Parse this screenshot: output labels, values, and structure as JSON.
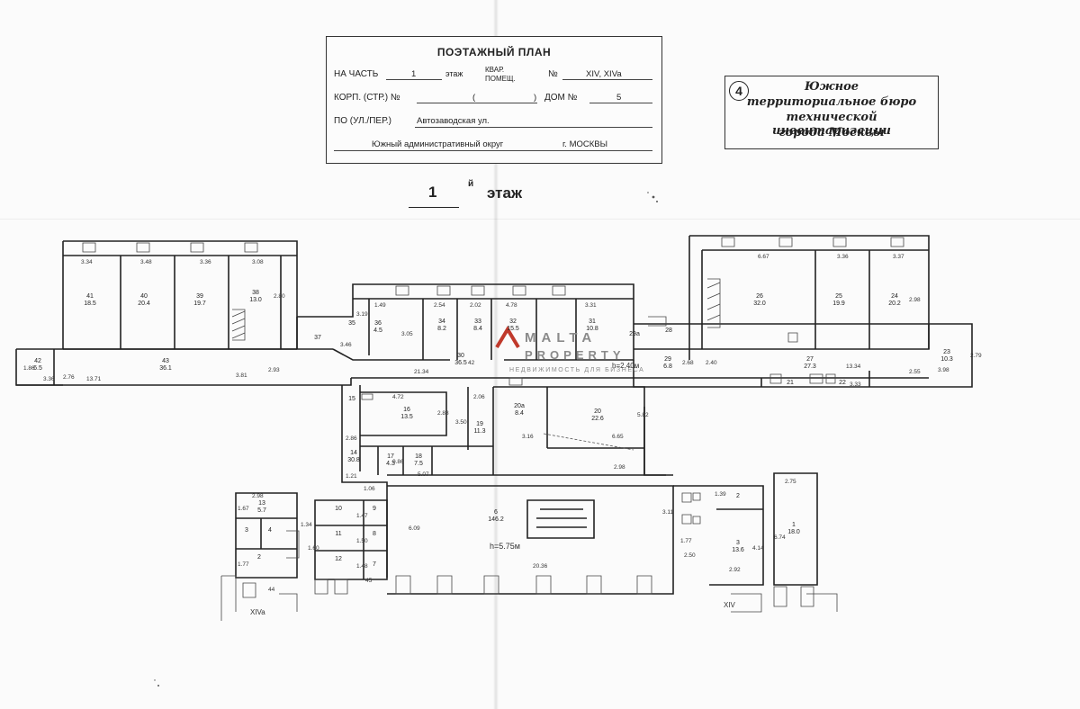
{
  "stamp": {
    "title": "ПОЭТАЖНЫЙ ПЛАН",
    "on_part_label": "НА ЧАСТЬ",
    "floor_value": "1",
    "floor_word": "этаж",
    "kvar_label": "КВАР.",
    "pomeshch_label": "ПОМЕЩ.",
    "no_label": "№",
    "premises_value": "XIV, XIVa",
    "korp_label": "КОРП. (СТР.) №",
    "korp_paren_open": "(",
    "korp_paren_close": ")",
    "dom_label": "ДОМ №",
    "dom_value": "5",
    "street_label": "ПО (УЛ./ПЕР.)",
    "street_value": "Автозаводская ул.",
    "district_value": "Южный административный округ",
    "city_value": "г. МОСКВЫ"
  },
  "bureau": {
    "number": "4",
    "line1": "Южное",
    "line2": "территориальное бюро",
    "line3": "технической инвентаризации",
    "line4": "города Москвы"
  },
  "floor_title": {
    "number": "1",
    "suffix": "й",
    "word": "этаж"
  },
  "rooms": [
    {
      "id": "r41",
      "num": "41",
      "area": "18.5"
    },
    {
      "id": "r40",
      "num": "40",
      "area": "20.4"
    },
    {
      "id": "r39",
      "num": "39",
      "area": "19.7"
    },
    {
      "id": "r38",
      "num": "38",
      "area": "13.0"
    },
    {
      "id": "r36",
      "num": "36",
      "area": "4.5"
    },
    {
      "id": "r34",
      "num": "34",
      "area": "8.2"
    },
    {
      "id": "r33",
      "num": "33",
      "area": "8.4"
    },
    {
      "id": "r32",
      "num": "32",
      "area": "15.5"
    },
    {
      "id": "r31",
      "num": "31",
      "area": "10.8"
    },
    {
      "id": "r30",
      "num": "30",
      "area": "36.5"
    },
    {
      "id": "r43",
      "num": "43",
      "area": "36.1"
    },
    {
      "id": "r42",
      "num": "42",
      "area": "6.5"
    },
    {
      "id": "r26",
      "num": "26",
      "area": "32.0"
    },
    {
      "id": "r25",
      "num": "25",
      "area": "19.9"
    },
    {
      "id": "r24",
      "num": "24",
      "area": "20.2"
    },
    {
      "id": "r23",
      "num": "23",
      "area": "10.3"
    },
    {
      "id": "r27",
      "num": "27",
      "area": "27.3"
    },
    {
      "id": "r29",
      "num": "29",
      "area": "6.8"
    },
    {
      "id": "r21",
      "num": "21",
      "area": ""
    },
    {
      "id": "r22",
      "num": "22",
      "area": ""
    },
    {
      "id": "r16",
      "num": "16",
      "area": "13.5"
    },
    {
      "id": "r20a",
      "num": "20а",
      "area": "8.4"
    },
    {
      "id": "r20",
      "num": "20",
      "area": "22.6"
    },
    {
      "id": "r19",
      "num": "19",
      "area": "11.3"
    },
    {
      "id": "r14",
      "num": "14",
      "area": "30.8"
    },
    {
      "id": "r17",
      "num": "17",
      "area": "4.3"
    },
    {
      "id": "r18",
      "num": "18",
      "area": "7.5"
    },
    {
      "id": "r6",
      "num": "6",
      "area": "146.2"
    },
    {
      "id": "r13",
      "num": "13",
      "area": "5.7"
    },
    {
      "id": "r1",
      "num": "1",
      "area": "18.0"
    },
    {
      "id": "r3",
      "num": "3",
      "area": "13.6"
    },
    {
      "id": "r2",
      "num": "2",
      "area": ""
    },
    {
      "id": "r10",
      "num": "10",
      "area": ""
    },
    {
      "id": "r11",
      "num": "11",
      "area": ""
    },
    {
      "id": "r12",
      "num": "12",
      "area": ""
    },
    {
      "id": "r9",
      "num": "9",
      "area": ""
    },
    {
      "id": "r8",
      "num": "8",
      "area": ""
    },
    {
      "id": "r7",
      "num": "7",
      "area": ""
    },
    {
      "id": "r15",
      "num": "15",
      "area": ""
    },
    {
      "id": "r35",
      "num": "35",
      "area": ""
    },
    {
      "id": "r37",
      "num": "37",
      "area": ""
    },
    {
      "id": "r28",
      "num": "28",
      "area": ""
    },
    {
      "id": "r29a",
      "num": "29а",
      "area": ""
    },
    {
      "id": "r3b",
      "num": "3",
      "area": ""
    },
    {
      "id": "r4",
      "num": "4",
      "area": ""
    },
    {
      "id": "r2b",
      "num": "2",
      "area": ""
    }
  ],
  "dims": [
    "3.34",
    "3.48",
    "3.36",
    "3.08",
    "6.67",
    "3.36",
    "3.37",
    "1.49",
    "2.54",
    "2.02",
    "4.78",
    "3.31",
    "21.34",
    "13.71",
    "3.81",
    "3.36",
    "13.34",
    "3.33",
    "3.98",
    "4.72",
    "2.06",
    "3.16",
    "6.65",
    "2.98",
    "20.36",
    "1.77",
    "2.50",
    "2.92",
    "2.75",
    "6.74",
    "4.14",
    "1.06",
    "1.21",
    "1.67",
    "1.34",
    "1.77",
    "2.98",
    "1.60",
    "1.47",
    "1.50",
    "1.48",
    "5.07",
    "3.05",
    "3.50",
    "2.88",
    "5.82",
    "6.09",
    "3.11",
    "1.39",
    "2.86",
    "0.86",
    "2.68",
    "2.40",
    "2.98",
    "3.46",
    "2.55",
    "2.79",
    "1.86",
    "2.76",
    "2.93",
    "2.80",
    "3.19"
  ],
  "heights": {
    "corridor": "h=2.40м",
    "hall": "h=5.75м"
  },
  "markers": {
    "xiv": "XIV",
    "xiva": "XIVa",
    "f45": "45",
    "f44": "44",
    "f42b": "42"
  },
  "watermark": {
    "name1": "MALTA",
    "name2": "PROPERTY",
    "tagline": "НЕДВИЖИМОСТЬ ДЛЯ БИЗНЕСА",
    "accent": "#c0392b"
  }
}
